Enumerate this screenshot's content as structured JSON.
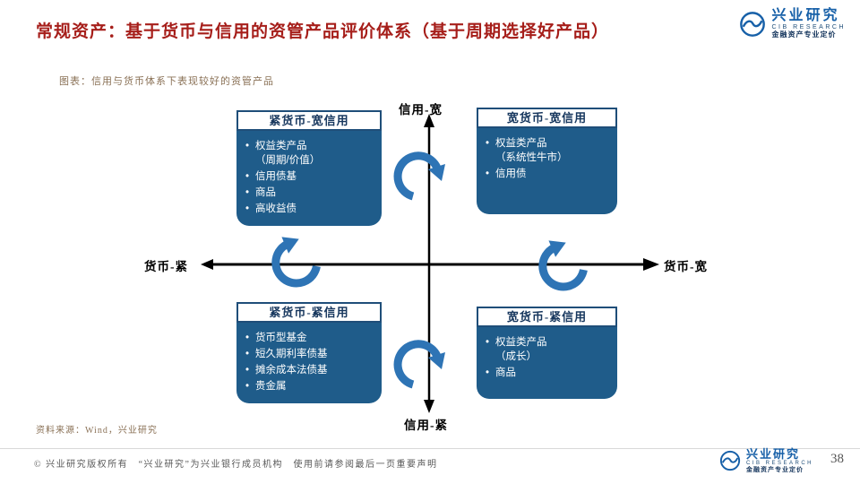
{
  "slide": {
    "title": "常规资产：基于货币与信用的资管产品评价体系（基于周期选择好产品）",
    "chart_caption": "图表：信用与货币体系下表现较好的资管产品",
    "source": "资料来源：Wind，兴业研究",
    "footer": "© 兴业研究版权所有　“兴业研究”为兴业银行成员机构　使用前请参阅最后一页重要声明",
    "page_number": "38"
  },
  "logo": {
    "name": "兴业研究",
    "en": "CIB RESEARCH",
    "tagline": "金融资产专业定价"
  },
  "axes": {
    "top": "信用-宽",
    "bottom": "信用-紧",
    "left": "货币-紧",
    "right": "货币-宽"
  },
  "quadrants": {
    "top_left": {
      "header": "紧货币-宽信用",
      "items": [
        "权益类产品\n（周期/价值）",
        "信用债基",
        "商品",
        "高收益债"
      ]
    },
    "top_right": {
      "header": "宽货币-宽信用",
      "items": [
        "权益类产品\n（系统性牛市）",
        "信用债"
      ]
    },
    "bottom_left": {
      "header": "紧货币-紧信用",
      "items": [
        "货币型基金",
        "短久期利率债基",
        "摊余成本法债基",
        "贵金属"
      ]
    },
    "bottom_right": {
      "header": "宽货币-紧信用",
      "items": [
        "权益类产品\n（成长）",
        "商品"
      ]
    }
  },
  "colors": {
    "title_red": "#A61E1A",
    "box_blue": "#1F5C8A",
    "header_navy": "#17375E",
    "arrow_blue": "#2E74B5",
    "brand_blue": "#1760A8",
    "caption_brown": "#8A7156",
    "footer_gray": "#595959"
  }
}
